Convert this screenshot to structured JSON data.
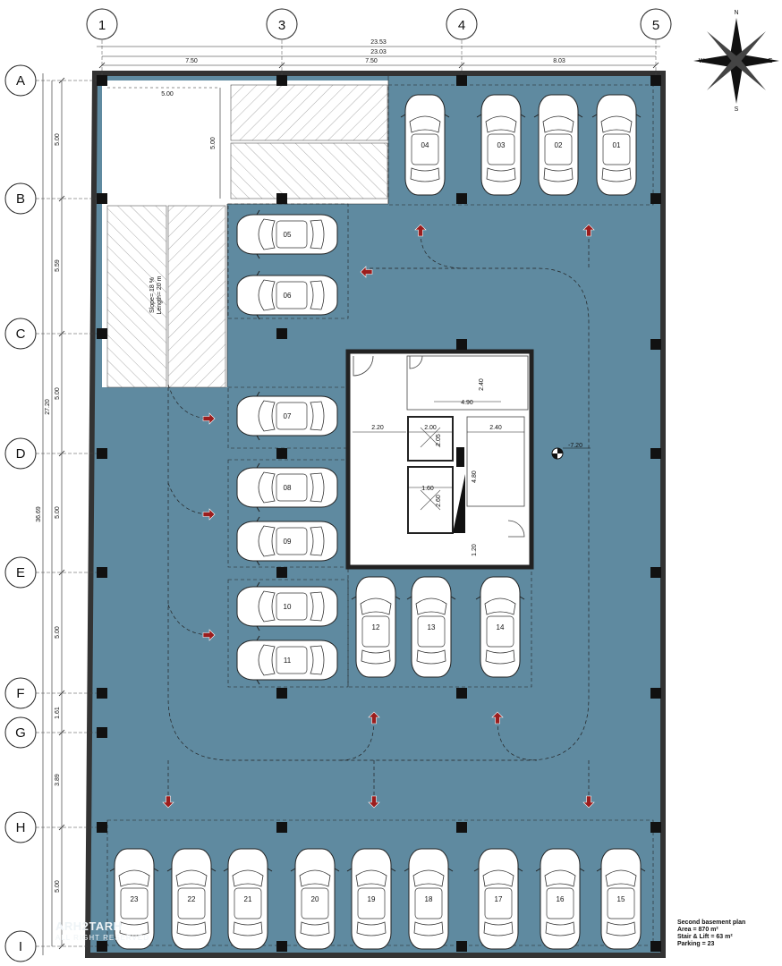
{
  "grid": {
    "columns": [
      "1",
      "3",
      "4",
      "5"
    ],
    "rows": [
      "A",
      "B",
      "C",
      "D",
      "E",
      "F",
      "G",
      "H",
      "I"
    ]
  },
  "dimensions": {
    "top_total_outer": "23.53",
    "top_total_inner": "23.03",
    "top_spans": [
      "7.50",
      "7.50",
      "8.03"
    ],
    "left_overall_outer": "36.69",
    "left_overall_inner": "27.20",
    "left_spans": [
      "5.00",
      "5.59",
      "5.00",
      "5.00",
      "5.00",
      "1.61",
      "3.89",
      "5.00"
    ],
    "ramp_width": "5.00",
    "ramp_depth": "5.00",
    "core_dims": [
      "4.90",
      "2.40",
      "2.20",
      "2.00",
      "2.40",
      "2.05",
      "4.80",
      "1.60",
      "2.60",
      "1.20"
    ]
  },
  "ramp": {
    "slope": "Slope= 18 %",
    "length": "Length= 20 m"
  },
  "level_marker": "-7.20",
  "compass": {
    "n": "N",
    "e": "E",
    "w": "W",
    "s": "S"
  },
  "parking_spots": [
    "01",
    "02",
    "03",
    "04",
    "05",
    "06",
    "07",
    "08",
    "09",
    "10",
    "11",
    "12",
    "13",
    "14",
    "15",
    "16",
    "17",
    "18",
    "19",
    "20",
    "21",
    "22",
    "23"
  ],
  "plan_info": {
    "title": "Second basement plan",
    "area": "Area = 870 m²",
    "stair_lift": "Stair & Lift = 63 m²",
    "parking": "Parking = 23"
  },
  "watermark": {
    "name": "ARH2TARH",
    "rights": "ALL RIGHT RESERVED"
  },
  "colors": {
    "floor": "#5f8aa0",
    "hatch": "#777777",
    "column": "#111111",
    "arrow": "#9b1d1d",
    "car": "#ffffff"
  }
}
